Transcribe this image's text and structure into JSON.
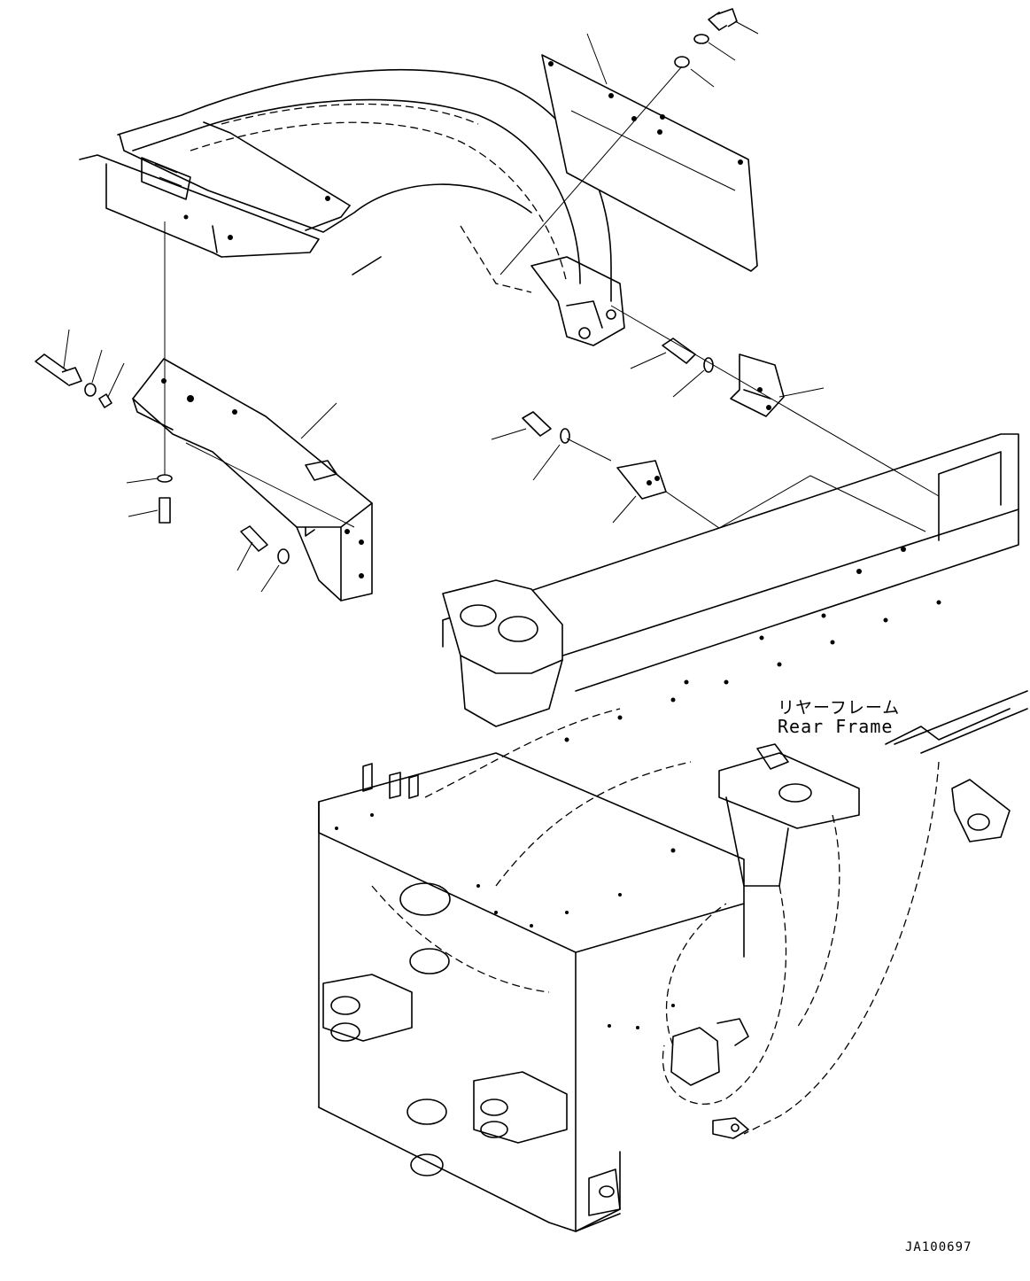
{
  "diagram": {
    "labels": {
      "rear_frame_jp": "リヤーフレーム",
      "rear_frame_en": "Rear Frame",
      "figure_code": "JA100697"
    }
  }
}
